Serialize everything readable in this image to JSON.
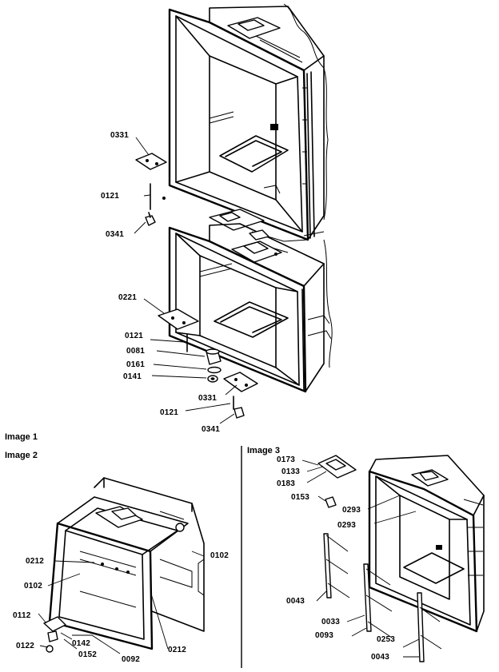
{
  "captions": {
    "image1": "Image 1",
    "image2": "Image 2",
    "image3": "Image 3"
  },
  "labels": {
    "p0331_top": "0331",
    "p0121_top": "0121",
    "p0341_top": "0341",
    "p0221": "0221",
    "p0121_mid": "0121",
    "p0081": "0081",
    "p0161": "0161",
    "p0141": "0141",
    "p0331_bot": "0331",
    "p0121_bot": "0121",
    "p0341_bot": "0341",
    "p0212_left": "0212",
    "p0102_right": "0102",
    "p0102_left": "0102",
    "p0212_right": "0212",
    "p0112": "0112",
    "p0122": "0122",
    "p0142": "0142",
    "p0152": "0152",
    "p0092": "0092",
    "p0173": "0173",
    "p0133": "0133",
    "p0183": "0183",
    "p0153": "0153",
    "p0293_a": "0293",
    "p0293_b": "0293",
    "p0043_a": "0043",
    "p0033": "0033",
    "p0093": "0093",
    "p0253": "0253",
    "p0043_b": "0043"
  }
}
